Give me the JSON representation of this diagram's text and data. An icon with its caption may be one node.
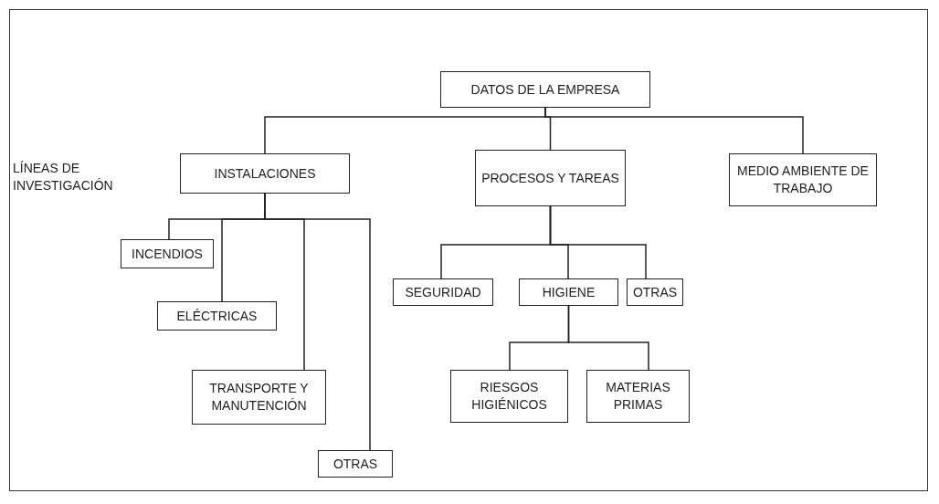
{
  "diagram": {
    "nodes": [
      {
        "text": [
          "DATOS DE LA EMPRESA"
        ]
      },
      {
        "text": [
          "INSTALACIONES"
        ]
      },
      {
        "text": [
          "PROCESOS Y TAREAS"
        ]
      },
      {
        "text": [
          "MEDIO AMBIENTE DE TRABAJO"
        ]
      },
      {
        "text": [
          "INCENDIOS"
        ]
      },
      {
        "text": [
          "ELÉCTRICAS"
        ]
      },
      {
        "text": [
          "TRANSPORTE Y MANUTENCIÓN"
        ]
      },
      {
        "text": [
          "OTRAS"
        ]
      },
      {
        "text": [
          "SEGURIDAD"
        ]
      },
      {
        "text": [
          "HIGIENE"
        ]
      },
      {
        "text": [
          "OTRAS"
        ]
      },
      {
        "text": [
          "RIESGOS HIGIÉNICOS"
        ]
      },
      {
        "text": [
          "MATERIAS PRIMAS"
        ]
      }
    ],
    "edges": [
      {
        "from": 0,
        "to": 1,
        "arrow": "none"
      },
      {
        "from": 0,
        "to": 2,
        "arrow": "none"
      },
      {
        "from": 0,
        "to": 3,
        "arrow": "none"
      },
      {
        "from": 1,
        "to": 4,
        "arrow": "none"
      },
      {
        "from": 1,
        "to": 5,
        "arrow": "none"
      },
      {
        "from": 1,
        "to": 6,
        "arrow": "none"
      },
      {
        "from": 1,
        "to": 7,
        "arrow": "none"
      },
      {
        "from": 2,
        "to": 8,
        "arrow": "none"
      },
      {
        "from": 2,
        "to": 9,
        "arrow": "none"
      },
      {
        "from": 2,
        "to": 10,
        "arrow": "none"
      },
      {
        "from": 9,
        "to": 11,
        "arrow": "none"
      },
      {
        "from": 9,
        "to": 12,
        "arrow": "none"
      }
    ],
    "labels": [
      "LÍNEAS DE INVESTIGACIÓN"
    ]
  }
}
